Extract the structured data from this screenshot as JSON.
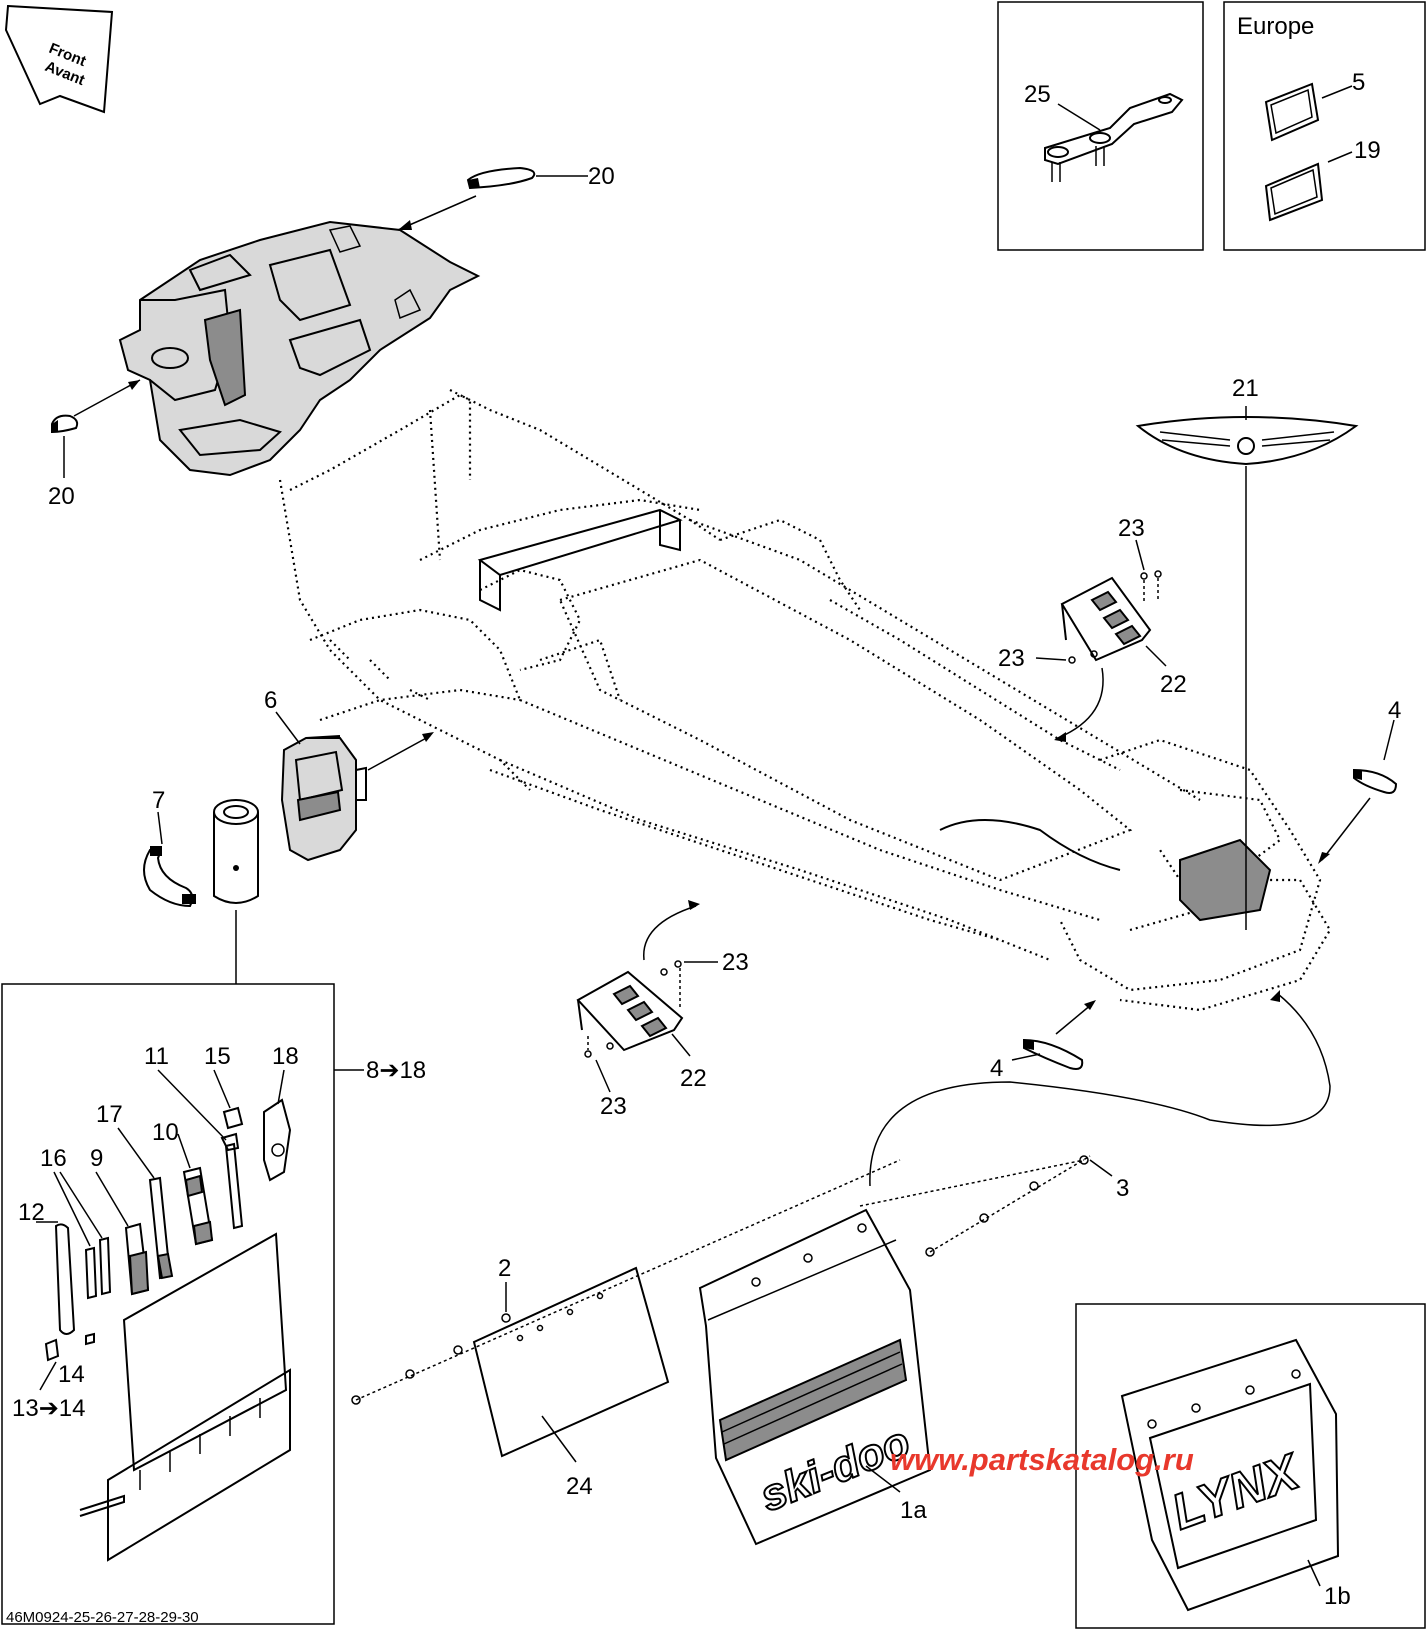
{
  "orientation": {
    "line1": "Front",
    "line2": "Avant"
  },
  "region_box": {
    "label": "Europe"
  },
  "callouts": {
    "c1a": "1a",
    "c1b": "1b",
    "c2": "2",
    "c3": "3",
    "c4_right": "4",
    "c4_bottom": "4",
    "c5": "5",
    "c6": "6",
    "c7": "7",
    "c8_18": "8➔18",
    "c9": "9",
    "c10": "10",
    "c11": "11",
    "c12": "12",
    "c13_14": "13➔14",
    "c14": "14",
    "c15": "15",
    "c16": "16",
    "c17": "17",
    "c18": "18",
    "c19": "19",
    "c20_top": "20",
    "c20_left": "20",
    "c21": "21",
    "c22_right": "22",
    "c22_bottom": "22",
    "c23_rt": "23",
    "c23_rl": "23",
    "c23_bt": "23",
    "c23_bb": "23",
    "c24": "24",
    "c25": "25"
  },
  "mudflap_brands": {
    "skidoo": "ski-doo",
    "lynx": "LYNX"
  },
  "watermark": "www.partskatalog.ru",
  "drawing_ref": "46M0924-25-26-27-28-29-30"
}
